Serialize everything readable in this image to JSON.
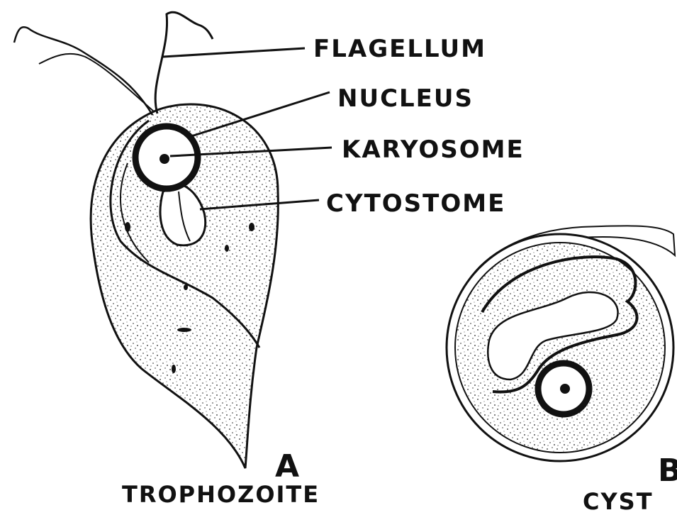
{
  "labels": {
    "flagellum": "FLAGELLUM",
    "nucleus": "NUCLEUS",
    "karyosome": "KARYOSOME",
    "cytostome": "CYTOSTOME"
  },
  "panel_a": {
    "letter": "A",
    "title": "TROPHOZOITE"
  },
  "panel_b": {
    "letter": "B",
    "title": "CYST"
  },
  "colors": {
    "ink": "#111111",
    "background": "#ffffff"
  }
}
